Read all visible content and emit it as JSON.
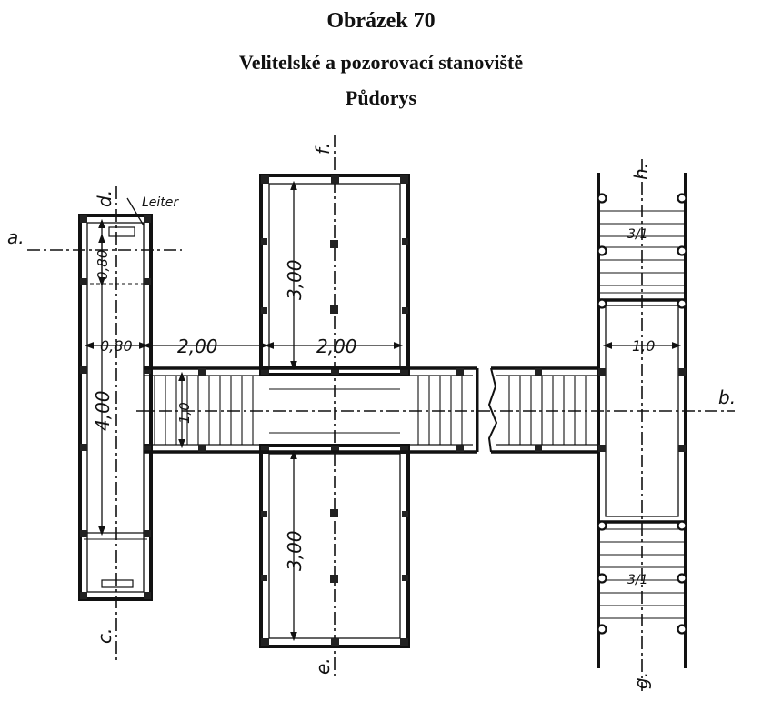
{
  "title": "Obrázek 70",
  "subtitle": "Velitelské a pozorovací stanoviště",
  "view": "Půdorys",
  "labels": {
    "axis_a": "a.",
    "axis_b": "b.",
    "axis_c": "c.",
    "axis_d": "d.",
    "axis_e": "e.",
    "axis_f": "f.",
    "axis_g": "g.",
    "axis_h": "h.",
    "leiter": "Leiter"
  },
  "dimensions": {
    "d080_top": "0,80",
    "d080_mid": "0,80",
    "d400": "4,00",
    "d200_left": "2,00",
    "d200_right": "2,00",
    "d300_top": "3,00",
    "d300_bottom": "3,00",
    "d10_left": "1,0",
    "d10_right": "1,0",
    "stair_top": "3/1",
    "stair_bottom": "3/1"
  }
}
